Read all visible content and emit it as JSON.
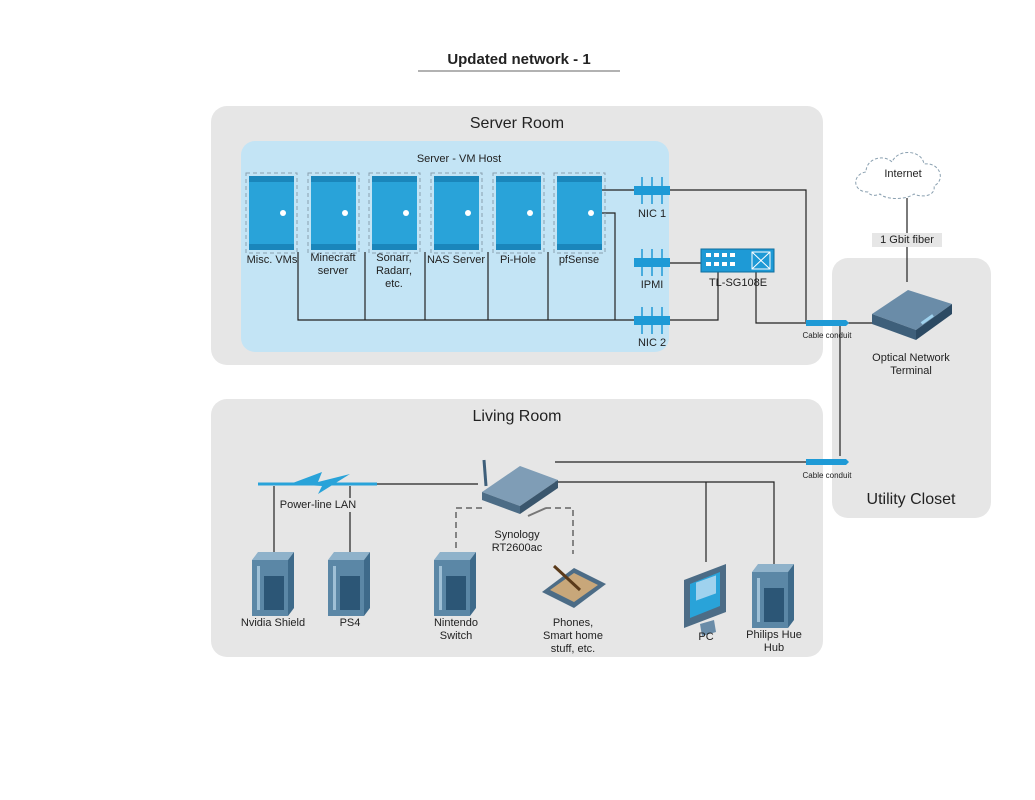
{
  "title": "Updated network - 1",
  "zones": {
    "server_room": "Server Room",
    "vm_host": "Server - VM Host",
    "living_room": "Living Room",
    "utility_closet": "Utility Closet"
  },
  "servers": [
    {
      "label_lines": [
        "Misc. VMs"
      ]
    },
    {
      "label_lines": [
        "Minecraft",
        "server"
      ]
    },
    {
      "label_lines": [
        "Sonarr,",
        "Radarr,",
        "etc."
      ]
    },
    {
      "label_lines": [
        "NAS Server"
      ]
    },
    {
      "label_lines": [
        "Pi-Hole"
      ]
    },
    {
      "label_lines": [
        "pfSense"
      ]
    }
  ],
  "nics": {
    "nic1": "NIC 1",
    "ipmi": "IPMI",
    "nic2": "NIC 2"
  },
  "switch": "TL-SG108E",
  "internet": "Internet",
  "fiber": "1 Gbit fiber",
  "ont_lines": [
    "Optical Network",
    "Terminal"
  ],
  "cable_conduit_1": "Cable conduit",
  "cable_conduit_2": "Cable conduit",
  "powerline": "Power-line LAN",
  "router_lines": [
    "Synology",
    "RT2600ac"
  ],
  "devices": [
    {
      "label_lines": [
        "Nvidia Shield"
      ]
    },
    {
      "label_lines": [
        "PS4"
      ]
    },
    {
      "label_lines": [
        "Nintendo",
        "Switch"
      ]
    },
    {
      "label_lines": [
        "Phones,",
        "Smart home",
        "stuff, etc."
      ]
    },
    {
      "label_lines": [
        "PC"
      ]
    },
    {
      "label_lines": [
        "Philips Hue",
        "Hub"
      ]
    }
  ],
  "colors": {
    "zone": "#e6e6e6",
    "host": "#c3e4f5",
    "server": "#29a3d9",
    "nic": "#1e9ad6",
    "device": "#5b87a6",
    "title": "#999999"
  }
}
